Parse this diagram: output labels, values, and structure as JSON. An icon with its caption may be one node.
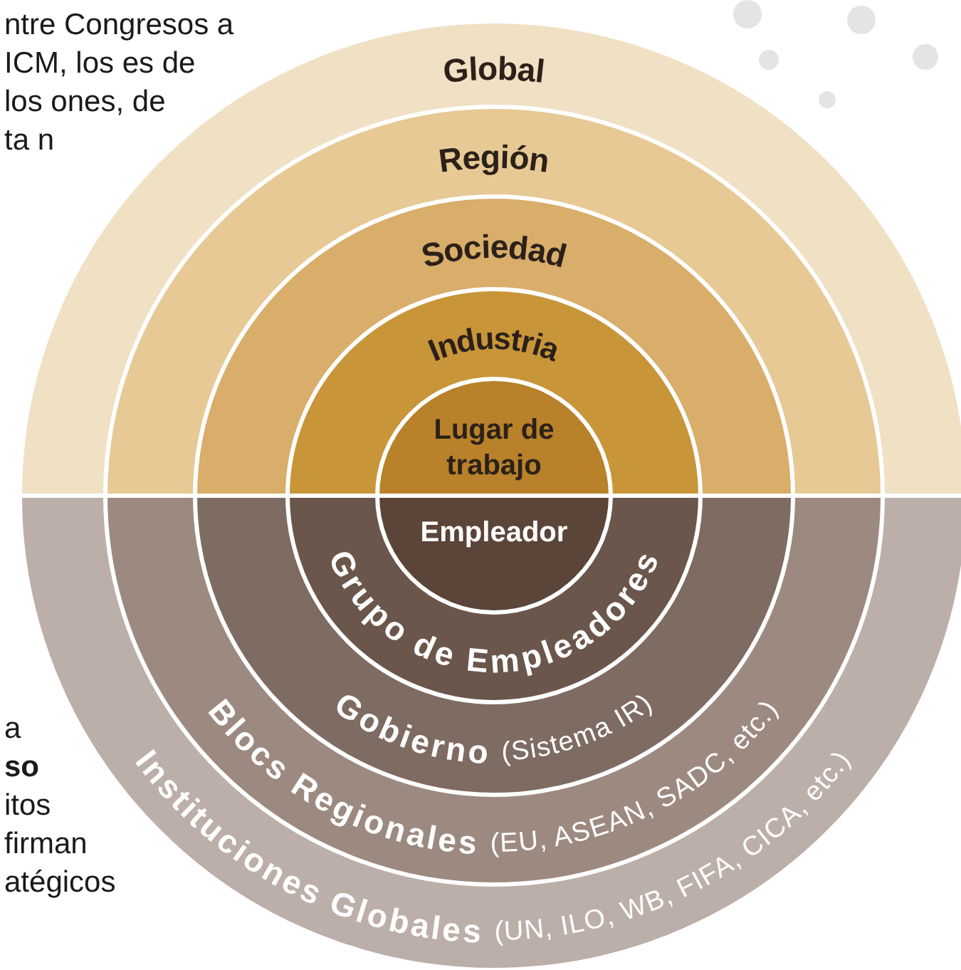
{
  "diagram": {
    "nodes": [
      {
        "text": [
          "Global"
        ]
      },
      {
        "text": [
          "Región"
        ],
        "in": 0
      },
      {
        "text": [
          "Sociedad"
        ],
        "in": 1
      },
      {
        "text": [
          "Industria"
        ],
        "in": 2
      },
      {
        "text": [
          "Lugar de trabajo"
        ],
        "in": 3
      },
      {
        "text": [
          "Instituciones Globales",
          "(UN, ILO, WB, FIFA, CICA, etc.)"
        ]
      },
      {
        "text": [
          "Blocs Regionales",
          "(EU, ASEAN, SADC, etc.)"
        ],
        "in": 5
      },
      {
        "text": [
          "Gobierno",
          "(Sistema IR)"
        ],
        "in": 6
      },
      {
        "text": [
          "Grupo de Empleadores"
        ],
        "in": 7
      },
      {
        "text": [
          "Empleador"
        ],
        "in": 8
      }
    ],
    "edges": [],
    "labels": [
      "ntre Congresos a ICM, los es de los ones, de ta n",
      "a **so** itos firman atégicos"
    ]
  }
}
